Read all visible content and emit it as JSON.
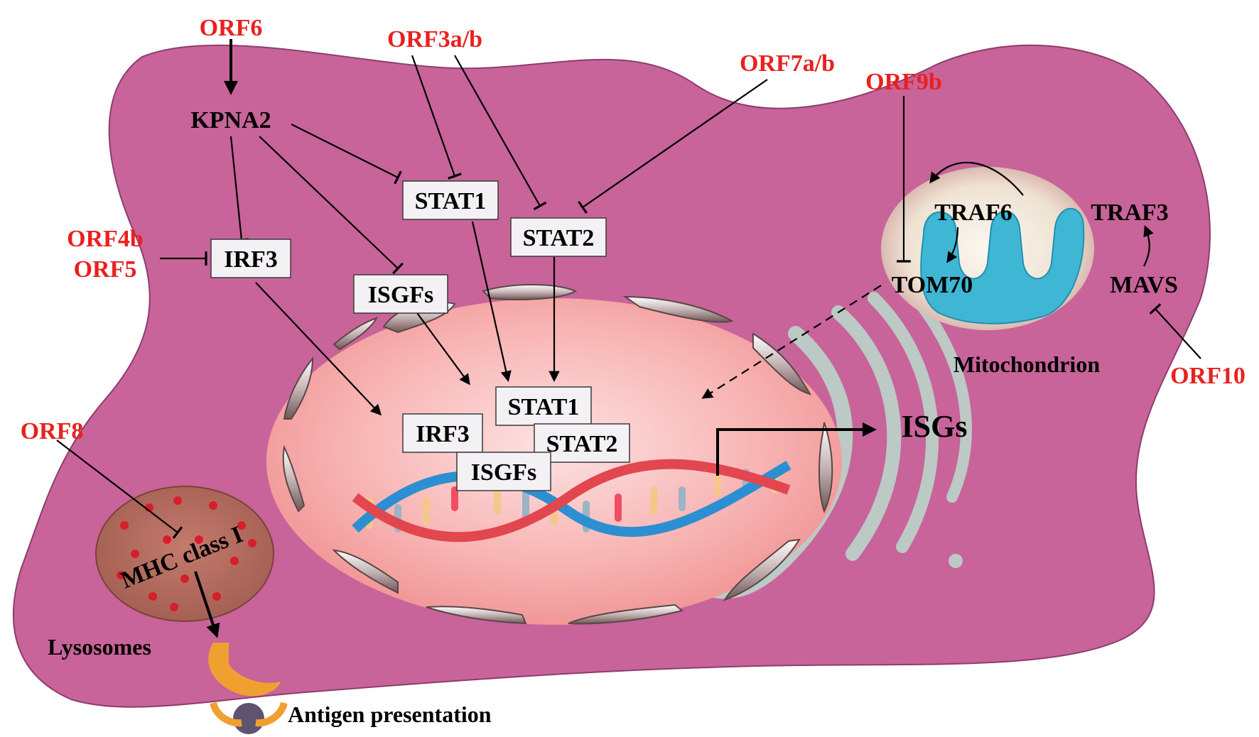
{
  "title": "",
  "orfs": {
    "orf6": "ORF6",
    "orf3ab": "ORF3a/b",
    "orf7ab": "ORF7a/b",
    "orf9b": "ORF9b",
    "orf4b": "ORF4b",
    "orf5": "ORF5",
    "orf8": "ORF8",
    "orf10": "ORF10"
  },
  "cytoplasm": {
    "kpna2": "KPNA2",
    "stat1": "STAT1",
    "stat2": "STAT2",
    "irf3": "IRF3",
    "isgfs": "ISGFs"
  },
  "nucleus": {
    "stat1": "STAT1",
    "stat2": "STAT2",
    "irf3": "IRF3",
    "isgfs": "ISGFs",
    "isgs": "ISGs"
  },
  "mitochondrion": {
    "traf6": "TRAF6",
    "traf3": "TRAF3",
    "tom70": "TOM70",
    "mavs": "MAVS",
    "label": "Mitochondrion"
  },
  "lysosome": {
    "mhc": "MHC class I",
    "label": "Lysosomes",
    "antigen": "Antigen presentation"
  },
  "colors": {
    "cell": "#c8649a",
    "orf_text": "#e8211f",
    "nucleus": "#f6b6b6",
    "mito": "#3fb7d4",
    "lysosome": "#b86a5e",
    "golgi": "#bcc9c4",
    "receptor": "#f0a030"
  }
}
